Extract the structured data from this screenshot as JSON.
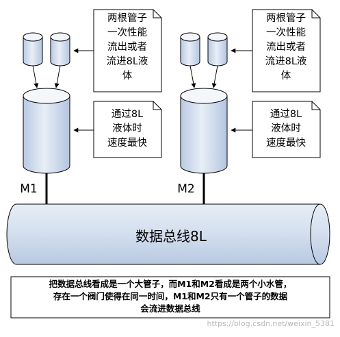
{
  "notes": {
    "left_top": [
      "两根管子",
      "一次性能",
      "流出或者",
      "流进8L液",
      "体"
    ],
    "left_bottom": [
      "通过8L",
      "液体时",
      "速度最快"
    ],
    "right_top": [
      "两根管子",
      "一次性能",
      "流出或者",
      "流进8L液",
      "体"
    ],
    "right_bottom": [
      "通过8L",
      "液体时",
      "速度最快"
    ]
  },
  "labels": {
    "m1": "M1",
    "m2": "M2"
  },
  "bus": {
    "label": "数据总线8L"
  },
  "caption": {
    "lines": [
      "把数据总线看成是一个大管子，而M1和M2看成是两个小水管，",
      "存在一个阀门使得在同一时间，M1和M2只有一个管子的数据",
      "会流进数据总线"
    ]
  },
  "watermark": "https://blog.csdn.net/weixin_5381",
  "colors": {
    "cylinder_top": "#f3f6fb",
    "cylinder_body": "#c5d3e8",
    "stroke": "#000000"
  }
}
